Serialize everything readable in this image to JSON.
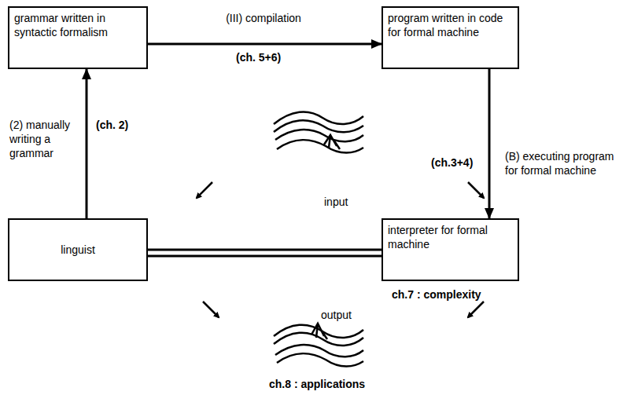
{
  "diagram": {
    "nodes": [
      {
        "text": [
          "grammar written in syntactic formalism"
        ]
      },
      {
        "text": [
          "program written in code for formal machine"
        ]
      },
      {
        "text": [
          "linguist"
        ]
      },
      {
        "text": [
          "interpreter for formal machine"
        ]
      }
    ],
    "edges": [
      {
        "from": 2,
        "to": 0,
        "label": "(2) manually writing a grammar",
        "arrow": "to"
      },
      {
        "from": 0,
        "to": 1,
        "label": "(III) compilation",
        "arrow": "to"
      },
      {
        "from": 1,
        "to": 3,
        "label": "(B) executing program for formal machine",
        "arrow": "to"
      },
      {
        "from": 2,
        "to": 3,
        "arrow": "none"
      }
    ],
    "labels": [
      "(ch. 2)",
      "(ch. 5+6)",
      "(ch.3+4)",
      "input",
      "output",
      "ch.7 : complexity",
      "ch.8 : applications"
    ]
  }
}
